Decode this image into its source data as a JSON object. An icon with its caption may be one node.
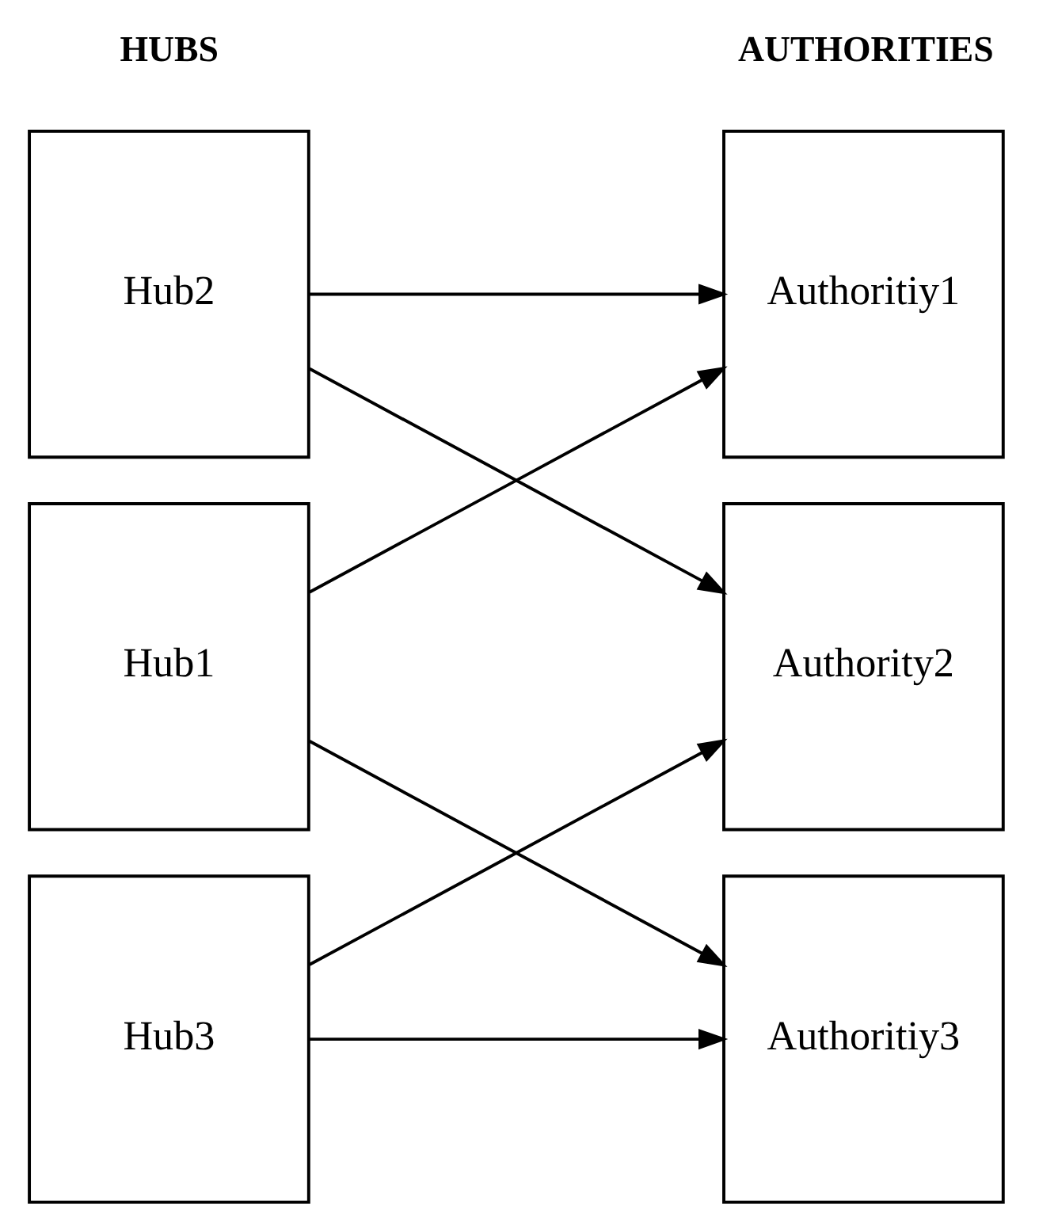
{
  "diagram": {
    "nodes": [
      {
        "text": [
          "Hub1"
        ]
      },
      {
        "text": [
          "Hub2"
        ]
      },
      {
        "text": [
          "Hub3"
        ]
      },
      {
        "text": [
          "Authoritiy1"
        ]
      },
      {
        "text": [
          "Authority2"
        ]
      },
      {
        "text": [
          "Authoritiy3"
        ]
      }
    ],
    "edges": [
      {
        "from": 0,
        "to": 3,
        "arrow": "to"
      },
      {
        "from": 0,
        "to": 5,
        "arrow": "to"
      },
      {
        "from": 1,
        "to": 3,
        "arrow": "to"
      },
      {
        "from": 1,
        "to": 4,
        "arrow": "to"
      },
      {
        "from": 2,
        "to": 4,
        "arrow": "to"
      },
      {
        "from": 2,
        "to": 5,
        "arrow": "to"
      }
    ],
    "labels": [
      "HUBS",
      "AUTHORITIES"
    ]
  }
}
